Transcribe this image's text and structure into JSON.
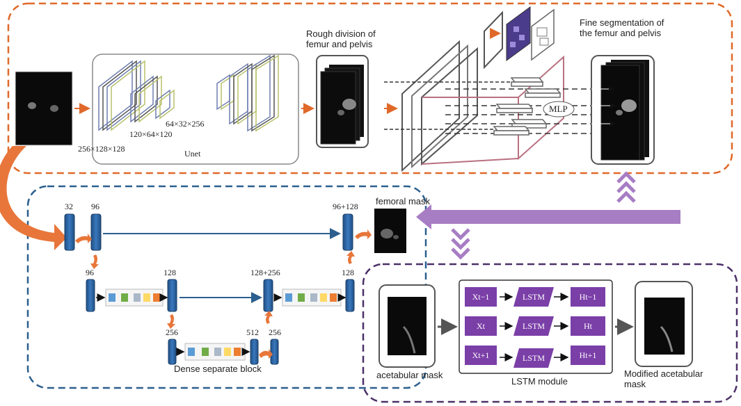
{
  "top_panel": {
    "caption_rough": "Rough division of femur and pelvis",
    "caption_fine": "Fine segmentation of the femur and pelvis",
    "unet_label": "Unet",
    "dims": [
      "256×128×128",
      "120×64×120",
      "64×32×256"
    ],
    "mlp_label": "MLP"
  },
  "unet_panel": {
    "channels": {
      "c32": "32",
      "c96a": "96",
      "c96b": "96",
      "c128a": "128",
      "c256a": "256",
      "c512": "512",
      "c256b": "256",
      "c128_256": "128+256",
      "c128b": "128",
      "c96_128": "96+128"
    },
    "femoral_mask": "femoral mask",
    "dense_block_label": "Dense separate block"
  },
  "lstm_panel": {
    "acetabular_mask": "acetabular mask",
    "module_label": "LSTM module",
    "modified_label": "Modified acetabular mask",
    "rows": [
      {
        "x": "Xt−1",
        "lstm": "LSTM",
        "h": "Ht−1"
      },
      {
        "x": "Xt",
        "lstm": "LSTM",
        "h": "Ht"
      },
      {
        "x": "Xt+1",
        "lstm": "LSTM",
        "h": "Ht+1"
      }
    ]
  },
  "colors": {
    "orange_dash": "#e0692a",
    "blue_dash": "#2b5f8e",
    "purple_dash": "#4b3068",
    "cylinder_blue": "#2e64a0",
    "lstm_purple": "#7b3fa8",
    "arrow_purple": "#a77dc4",
    "arrow_orange": "#e8763a"
  }
}
